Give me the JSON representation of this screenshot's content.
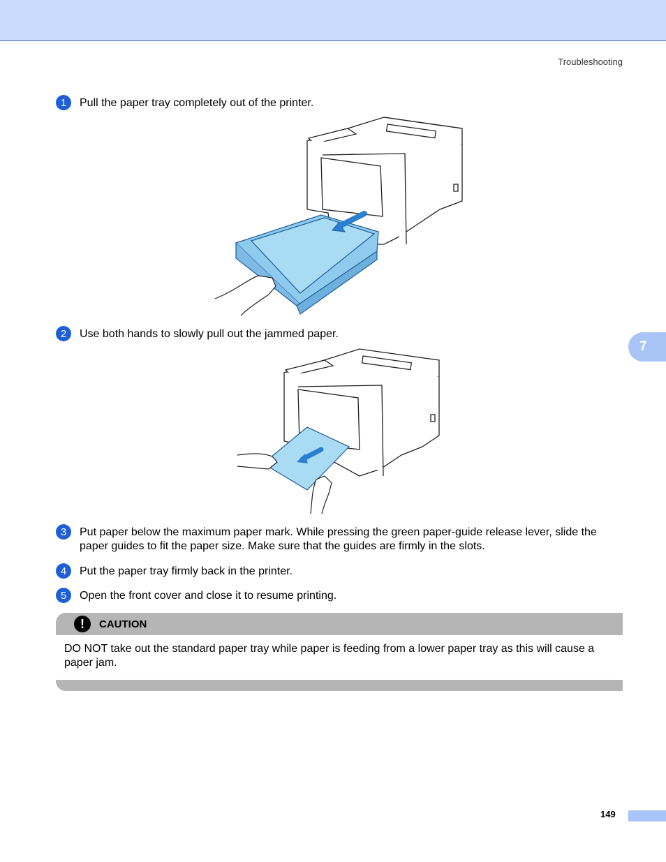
{
  "header": {
    "section": "Troubleshooting"
  },
  "chapter_tab": "7",
  "steps": [
    {
      "num": "1",
      "text": "Pull the paper tray completely out of the printer."
    },
    {
      "num": "2",
      "text": "Use both hands to slowly pull out the jammed paper."
    },
    {
      "num": "3",
      "text": "Put paper below the maximum paper mark. While pressing the green paper-guide release lever, slide the paper guides to fit the paper size. Make sure that the guides are firmly in the slots."
    },
    {
      "num": "4",
      "text": "Put the paper tray firmly back in the printer."
    },
    {
      "num": "5",
      "text": "Open the front cover and close it to resume printing."
    }
  ],
  "caution": {
    "icon": "!",
    "title": "CAUTION",
    "body": "DO NOT take out the standard paper tray while paper is feeding from a lower paper tray as this will cause a paper jam."
  },
  "footer": {
    "page_number": "149"
  },
  "colors": {
    "accent": "#1f5fd6",
    "header_band": "#c9dcfb",
    "tab": "#a9c5f7",
    "paper": "#a9dbf5",
    "caution_band": "#b5b5b5"
  }
}
